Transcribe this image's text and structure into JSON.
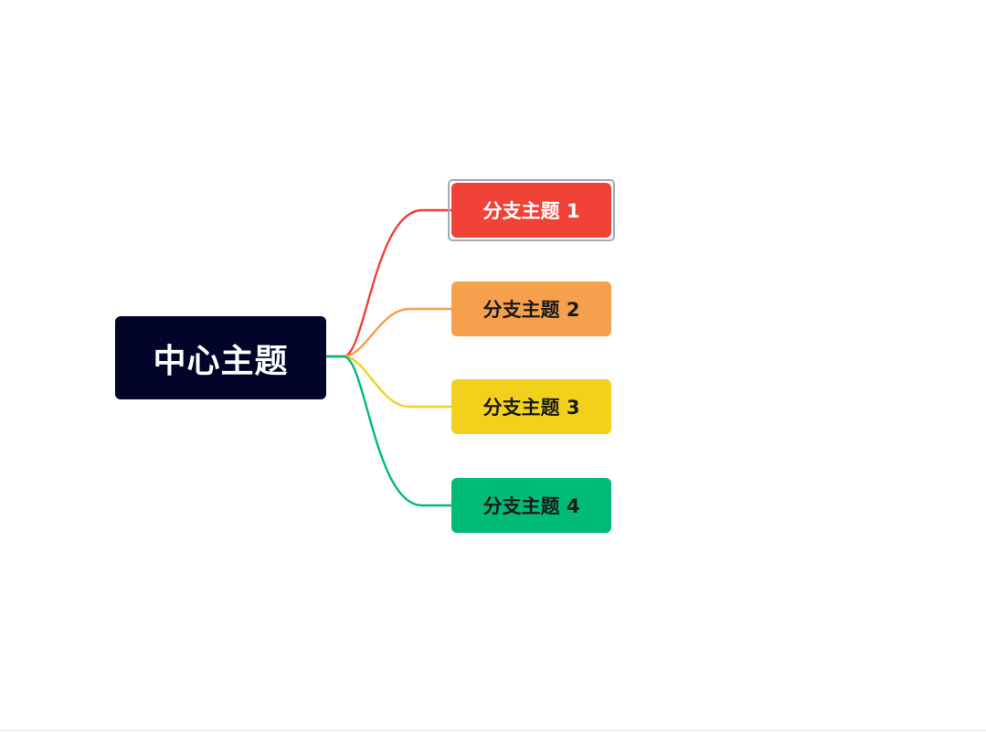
{
  "central": {
    "label": "中心主题",
    "bg": "#02042a",
    "text_color": "#ffffff"
  },
  "branches": [
    {
      "label": "分支主题 1",
      "color": "#f04237",
      "text_color": "#ffffff",
      "selected": true
    },
    {
      "label": "分支主题 2",
      "color": "#f5a04c",
      "text_color": "#1a1a1a",
      "selected": false
    },
    {
      "label": "分支主题 3",
      "color": "#f2d11c",
      "text_color": "#1a1a1a",
      "selected": false
    },
    {
      "label": "分支主题 4",
      "color": "#00ba78",
      "text_color": "#1a1a1a",
      "selected": false
    }
  ]
}
